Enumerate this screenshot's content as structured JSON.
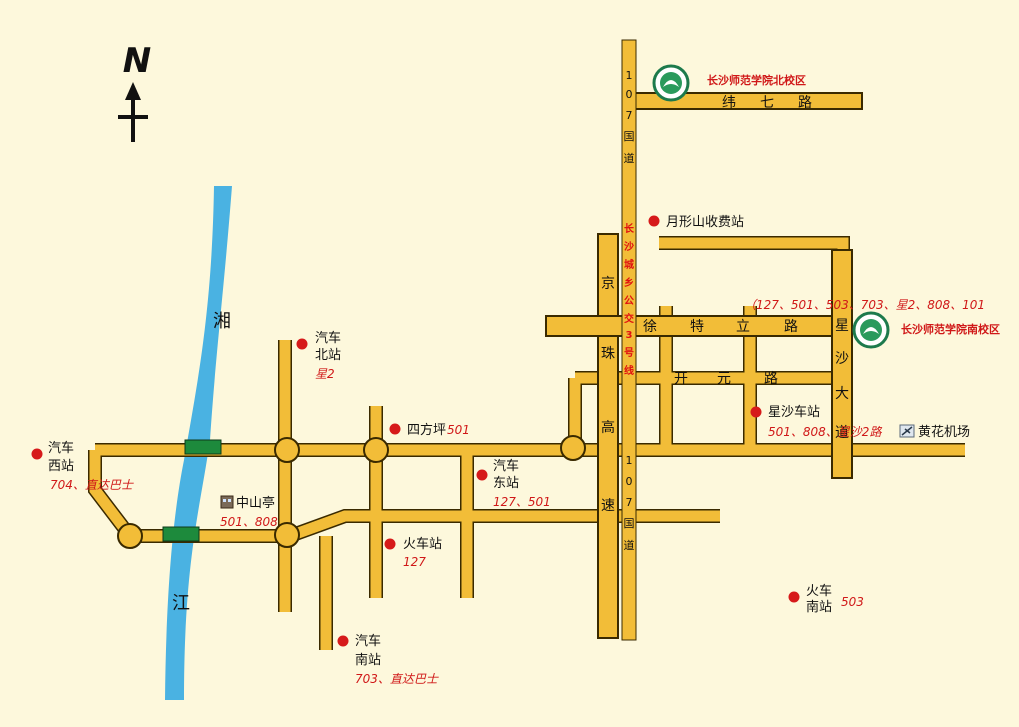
{
  "compass": {
    "letter": "N"
  },
  "river": {
    "name_top": "湘",
    "name_bottom": "江"
  },
  "roads": {
    "weiqi": [
      "纬",
      "七",
      "路"
    ],
    "xute": [
      "徐",
      "特",
      "立",
      "路"
    ],
    "kaiyuan": [
      "开",
      "元",
      "路"
    ],
    "jingzhu": [
      "京",
      "珠",
      "高",
      "速"
    ],
    "xingsha": [
      "星",
      "沙",
      "大",
      "道"
    ],
    "g107_top": [
      "1",
      "0",
      "7",
      "国",
      "道"
    ],
    "g107_bottom": [
      "1",
      "0",
      "7",
      "国",
      "道"
    ],
    "line3": [
      "长",
      "沙",
      "城",
      "乡",
      "公",
      "交",
      "3",
      "号",
      "线"
    ]
  },
  "places": {
    "north_campus": "长沙师范学院北校区",
    "south_campus": "长沙师范学院南校区",
    "south_campus_routes": "（127、501、503、703、星2、808、101",
    "toll": "月形山收费站",
    "bus_north_1": "汽车",
    "bus_north_2": "北站",
    "bus_north_route": "星2",
    "sifangping": "四方坪",
    "sifangping_route": "501",
    "bus_west_1": "汽车",
    "bus_west_2": "西站",
    "bus_west_route": "704、直达巴士",
    "zhongshanting": "中山亭",
    "zhongshanting_route": "501、808",
    "bus_east_1": "汽车",
    "bus_east_2": "东站",
    "bus_east_route": "127、501",
    "train": "火车站",
    "train_route": "127",
    "bus_south_1": "汽车",
    "bus_south_2": "南站",
    "bus_south_route": "703、直达巴士",
    "xingsha_station": "星沙车站",
    "xingsha_route": "501、808、星沙2路",
    "airport": "黄花机场",
    "train_south_1": "火车",
    "train_south_2": "南站",
    "train_south_route": "503"
  },
  "colors": {
    "background": "#fdf8dc",
    "road": "#f2bd38",
    "road_edge": "#3a2a00",
    "river": "#4ab2e2",
    "bridge": "#1d8a3c",
    "marker": "#d61a1a",
    "route_text": "#d01818"
  },
  "icons": {
    "campus": "campus-logo-icon",
    "marker": "station-marker-icon",
    "airport": "airplane-icon",
    "landmark": "building-icon"
  }
}
